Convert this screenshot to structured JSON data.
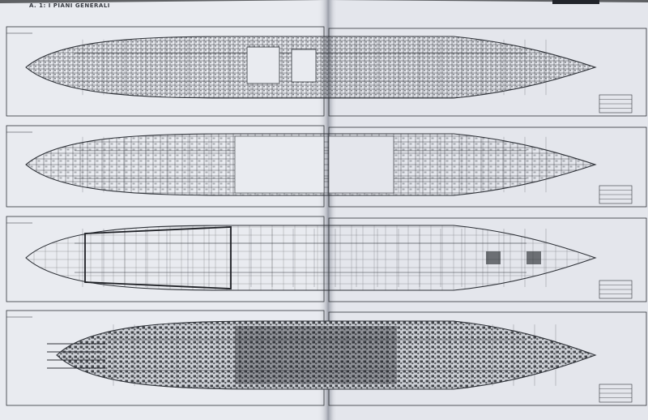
{
  "page": {
    "heading": "A. 1: I PIANI GENERALI"
  },
  "colors": {
    "paper_left": "#e9ebf0",
    "paper_right": "#e4e6ec",
    "ink": "#2f3238",
    "ink_dense": "#1d1f24",
    "fold_shadow": "#b9bcc4",
    "backdrop": "#5f6164"
  },
  "plans": [
    {
      "name": "deck-plan-1",
      "fill": "dense"
    },
    {
      "name": "deck-plan-2",
      "fill": "medium"
    },
    {
      "name": "deck-plan-3",
      "fill": "structural"
    },
    {
      "name": "deck-plan-4",
      "fill": "machinery"
    }
  ]
}
